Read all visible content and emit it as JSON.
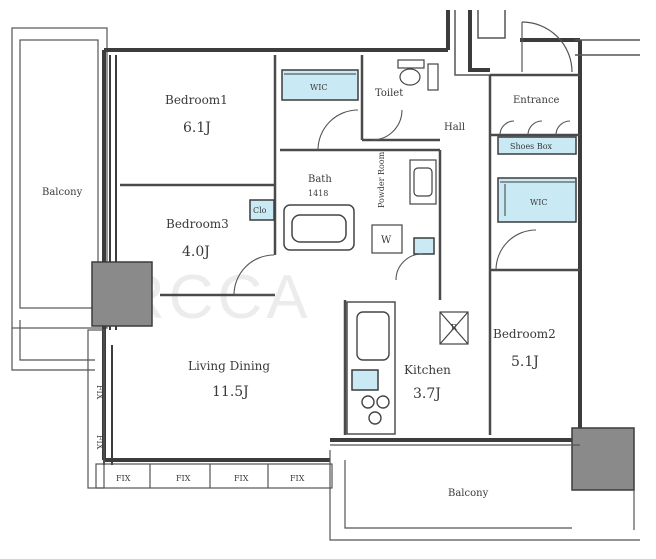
{
  "colors": {
    "wall": "#3c3c3c",
    "storage_fill": "#c9e9f4",
    "column_fill": "#8a8a8a",
    "line": "#555555"
  },
  "rooms": {
    "bedroom1": {
      "name": "Bedroom1",
      "size": "6.1J"
    },
    "bedroom2": {
      "name": "Bedroom2",
      "size": "5.1J"
    },
    "bedroom3": {
      "name": "Bedroom3",
      "size": "4.0J"
    },
    "living": {
      "name": "Living Dining",
      "size": "11.5J"
    },
    "kitchen": {
      "name": "Kitchen",
      "size": "3.7J"
    },
    "bath": {
      "name": "Bath",
      "size": "1418"
    },
    "powder": {
      "name": "Powder Room"
    },
    "toilet": {
      "name": "Toilet"
    },
    "hall": {
      "name": "Hall"
    },
    "entrance": {
      "name": "Entrance"
    },
    "balcony_west": {
      "name": "Balcony"
    },
    "balcony_south": {
      "name": "Balcony"
    }
  },
  "storage": {
    "wic1": "WIC",
    "wic2": "WIC",
    "shoes_box": "Shoes Box",
    "closet": "Clo",
    "washer": "W",
    "refrigerator": "R"
  },
  "fix_windows": [
    "FIX",
    "FIX",
    "FIX",
    "FIX"
  ],
  "fix_side": [
    "FIX",
    "FIX"
  ],
  "watermark": "RCCA"
}
